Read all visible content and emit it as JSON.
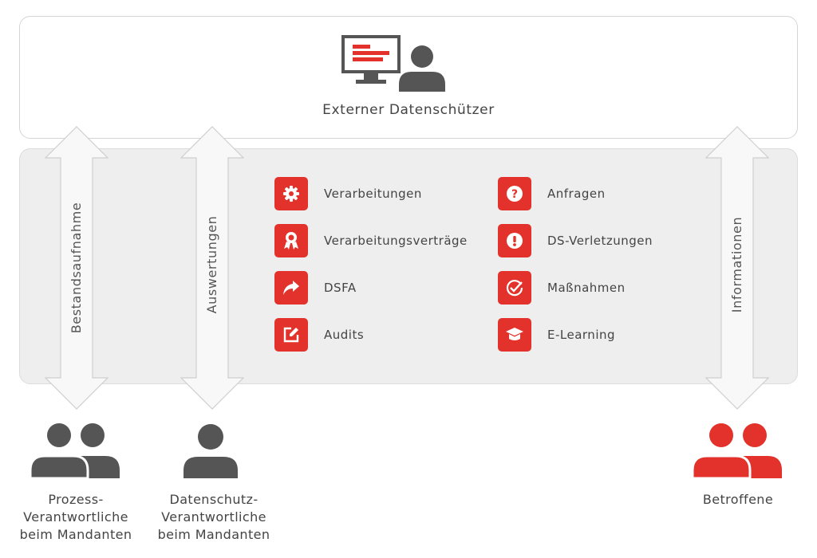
{
  "top": {
    "title": "Externer Datenschützer"
  },
  "arrows": {
    "left": "Bestandsaufnahme",
    "middle": "Auswertungen",
    "right": "Informationen"
  },
  "features_left": [
    {
      "label": "Verarbeitungen",
      "icon": "gear-icon"
    },
    {
      "label": "Verarbeitungsverträge",
      "icon": "award-icon"
    },
    {
      "label": "DSFA",
      "icon": "share-arrow-icon"
    },
    {
      "label": "Audits",
      "icon": "edit-icon"
    }
  ],
  "features_right": [
    {
      "label": "Anfragen",
      "icon": "question-icon"
    },
    {
      "label": "DS-Verletzungen",
      "icon": "exclamation-icon"
    },
    {
      "label": "Maßnahmen",
      "icon": "check-circle-icon"
    },
    {
      "label": "E-Learning",
      "icon": "graduation-cap-icon"
    }
  ],
  "people": {
    "process": {
      "line1": "Prozess-",
      "line2": "Verantwortliche",
      "line3": "beim Mandanten"
    },
    "privacy": {
      "line1": "Datenschutz-",
      "line2": "Verantwortliche",
      "line3": "beim Mandanten"
    },
    "affected": {
      "line1": "Betroffene"
    }
  },
  "colors": {
    "accent": "#e2322b",
    "person_gray": "#555555",
    "panel_bg": "#eeeeee"
  }
}
